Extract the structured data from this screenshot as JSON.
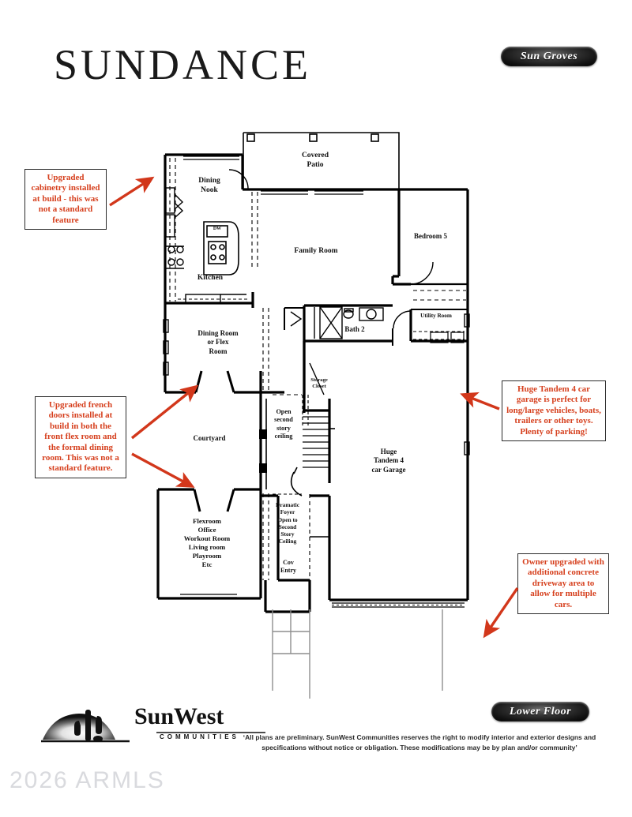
{
  "title": "SUNDANCE",
  "badges": {
    "community": "Sun Groves",
    "floor": "Lower Floor"
  },
  "annotations": [
    {
      "id": "cabinetry",
      "text": "Upgraded cabinetry installed at build - this was not a standard feature",
      "color": "#d6401e"
    },
    {
      "id": "french-doors",
      "text": "Upgraded french doors installed at build in both the front flex room and the formal dining room. This was not a standard feature.",
      "color": "#d6401e"
    },
    {
      "id": "garage",
      "text": "Huge Tandem 4 car garage is perfect for long/large vehicles, boats, trailers or other toys. Plenty of parking!",
      "color": "#d6401e"
    },
    {
      "id": "driveway",
      "text": "Owner  upgraded with additional concrete driveway area to allow for multiple cars.",
      "color": "#d6401e"
    }
  ],
  "rooms": [
    {
      "id": "covered-patio",
      "name": "Covered\nPatio"
    },
    {
      "id": "dining-nook",
      "name": "Dining\nNook"
    },
    {
      "id": "kitchen",
      "name": "Kitchen"
    },
    {
      "id": "family-room",
      "name": "Family Room"
    },
    {
      "id": "bedroom-5",
      "name": "Bedroom 5"
    },
    {
      "id": "utility-room",
      "name": "Utility Room"
    },
    {
      "id": "bath-2",
      "name": "Bath 2"
    },
    {
      "id": "dining-flex",
      "name": "Dining Room\nor Flex\nRoom"
    },
    {
      "id": "storage-closet",
      "name": "Storage\nCloset"
    },
    {
      "id": "open-ceiling",
      "name": "Open\nsecond\nstory\nceiling"
    },
    {
      "id": "courtyard",
      "name": "Courtyard"
    },
    {
      "id": "garage",
      "name": "Huge\nTandem 4\ncar Garage"
    },
    {
      "id": "flexroom",
      "name": "Flexroom\nOffice\nWorkout Room\nLiving room\nPlayroom\nEtc"
    },
    {
      "id": "foyer",
      "name": "Dramatic\nFoyer\nOpen to\nSecond\nStory\nCeiling"
    },
    {
      "id": "cov-entry",
      "name": "Cov\nEntry"
    },
    {
      "id": "dishwasher",
      "name": "DW"
    }
  ],
  "footer": {
    "brand_name": "SunWest",
    "brand_sub": "COMMUNITIES",
    "disclaimer": "‘All plans are preliminary. SunWest Communities reserves the right to modify interior and exterior designs and specifications without notice or obligation. These modifications may be by plan and/or community’",
    "watermark": "2026 ARMLS"
  },
  "colors": {
    "annotation_red": "#d6401e",
    "arrow_red": "#d2371b",
    "wall": "#000000",
    "watermark": "#d9dade"
  }
}
